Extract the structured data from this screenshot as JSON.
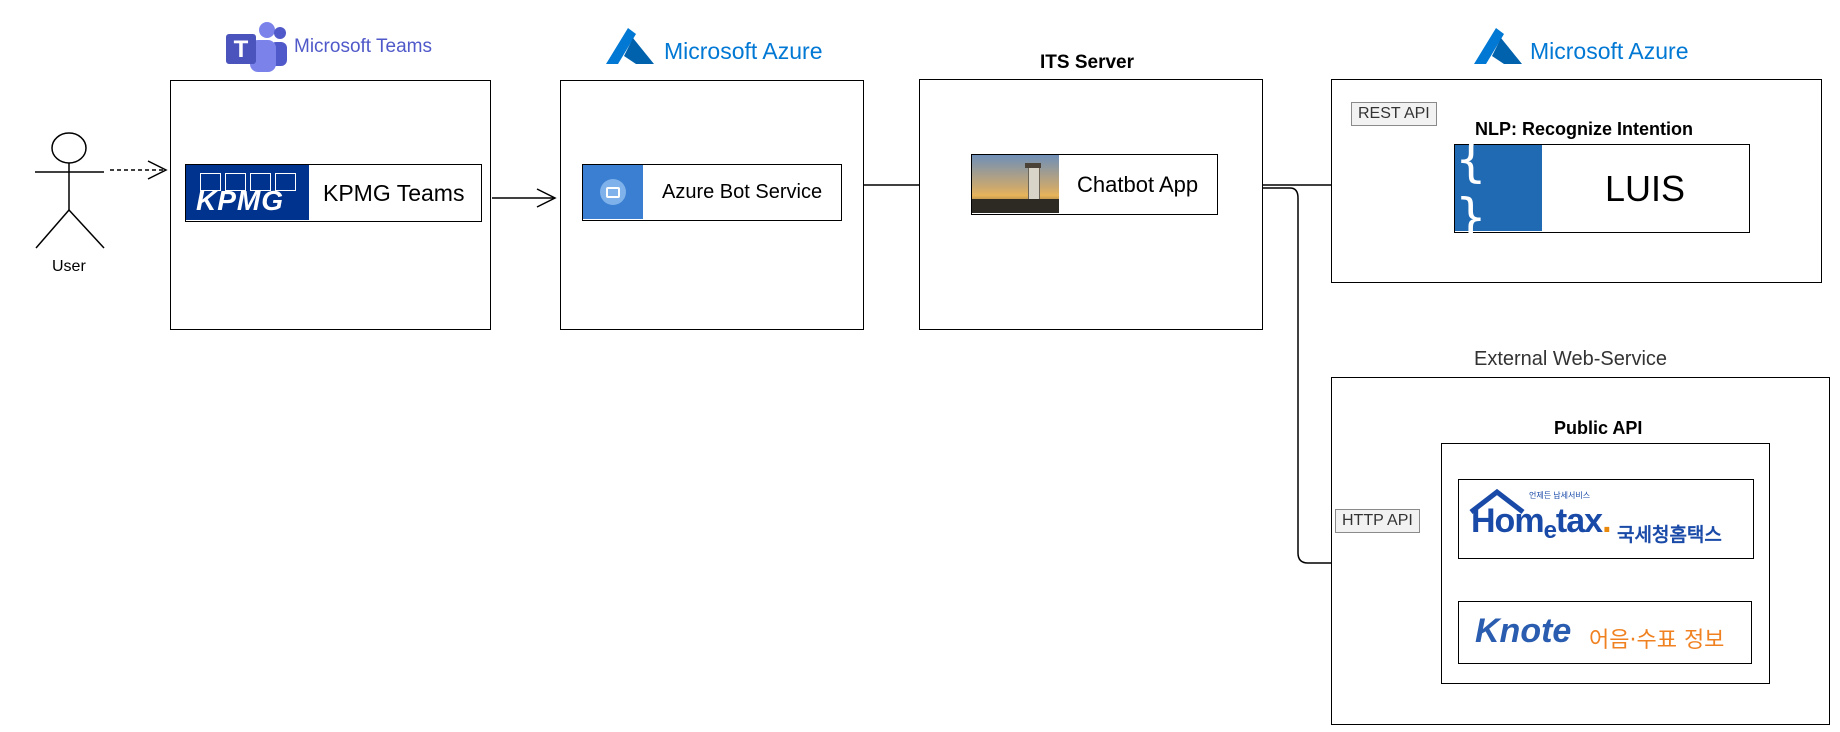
{
  "actor": {
    "label": "User"
  },
  "teams": {
    "brand": "Microsoft Teams",
    "logo_letter": "T",
    "component": "KPMG Teams",
    "kpmg_logo": "KPMG"
  },
  "azure_bot": {
    "brand": "Microsoft Azure",
    "component": "Azure Bot Service"
  },
  "its": {
    "title": "ITS Server",
    "component": "Chatbot App"
  },
  "nlp": {
    "brand": "Microsoft Azure",
    "title": "NLP: Recognize Intention",
    "interface": "REST API",
    "braces": "{ }",
    "component": "LUIS"
  },
  "external": {
    "title": "External Web-Service",
    "public_api": "Public API",
    "interface": "HTTP API",
    "hometax": {
      "small": "언제든 납세서비스",
      "hom": "Hom",
      "e": "e",
      "tax": "tax",
      "dot": ".",
      "korean": "국세청홈택스"
    },
    "knote": {
      "word": "Knote",
      "korean": "어음·수표 정보"
    }
  },
  "colors": {
    "kpmg_blue": "#00338d",
    "azure_blue": "#0078d4",
    "bot_blue": "#3a7fd1",
    "luis_blue": "#1f6ab3",
    "teams_purple": "#5059c9",
    "hometax_blue": "#1a4aa8",
    "hometax_orange": "#e8880c",
    "knote_blue": "#2a5db0",
    "knote_orange": "#f08120"
  }
}
